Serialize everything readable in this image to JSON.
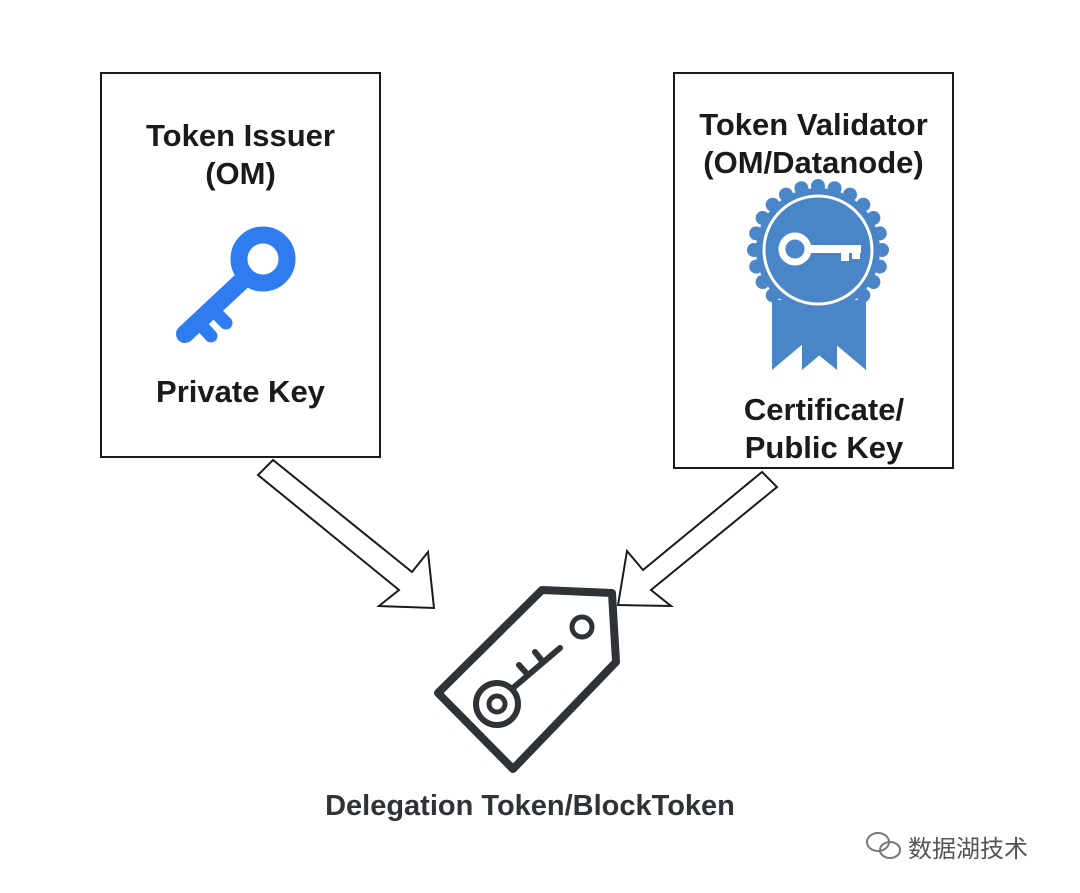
{
  "issuer": {
    "title": "Token Issuer",
    "subtitle": "(OM)",
    "key_label": "Private Key",
    "icon": "key-icon"
  },
  "validator": {
    "title": "Token Validator",
    "subtitle": "(OM/Datanode)",
    "cert_label_line1": "Certificate/",
    "cert_label_line2": "Public Key",
    "icon": "certificate-badge-icon"
  },
  "token": {
    "label": "Delegation Token/BlockToken",
    "icon": "key-tag-icon"
  },
  "watermark": {
    "text": "数据湖技术",
    "icon": "wechat-icon"
  },
  "colors": {
    "key_blue": "#2f7cf0",
    "badge_blue": "#4a86c7",
    "outline": "#1a1a1a",
    "token_outline": "#2f3337"
  }
}
